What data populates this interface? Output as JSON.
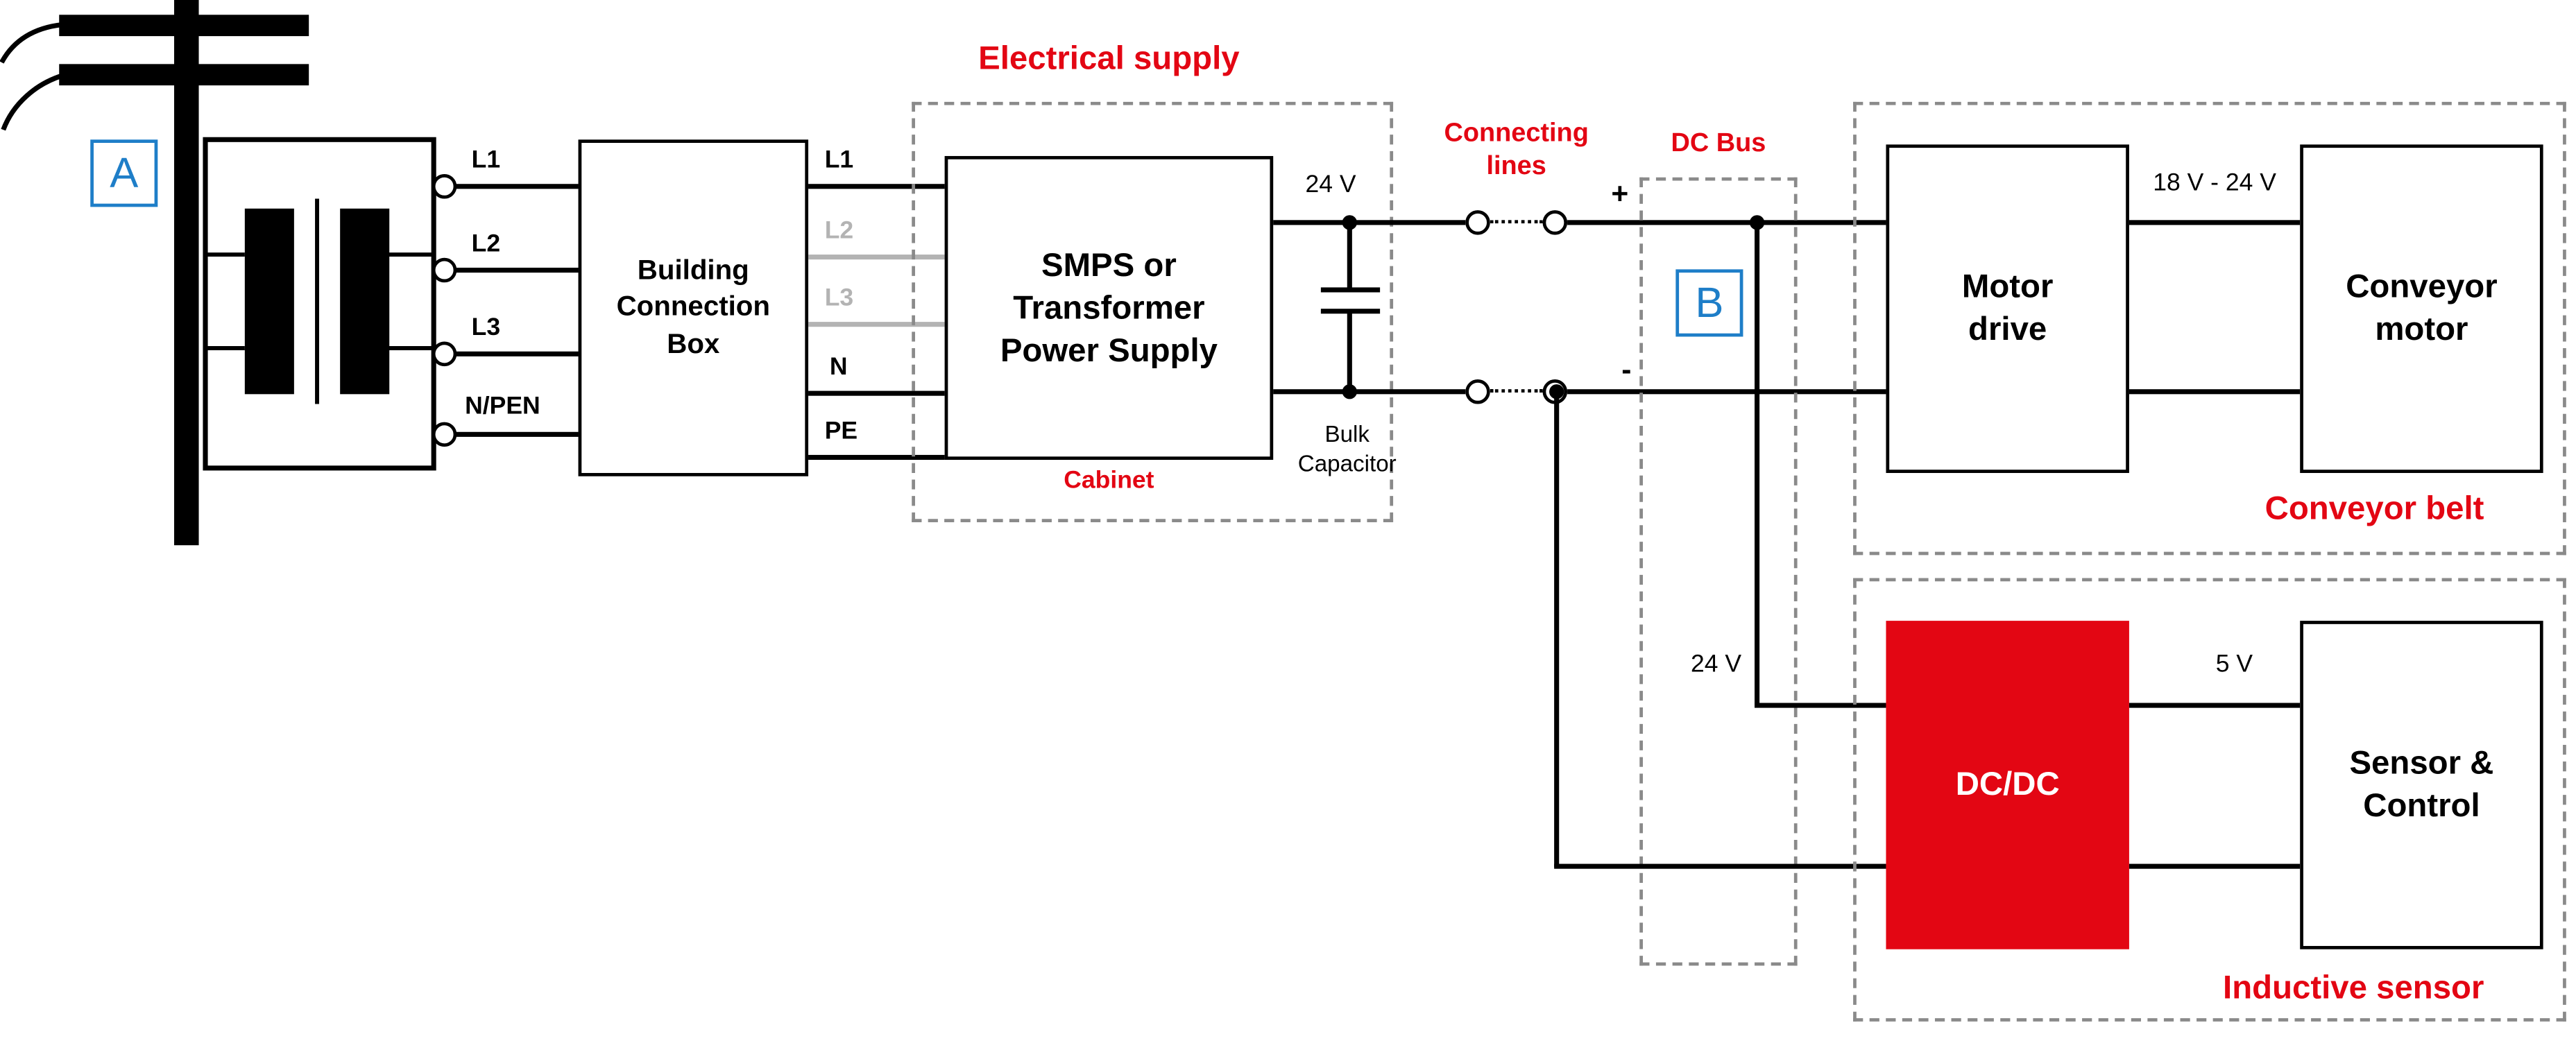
{
  "colors": {
    "red": "#e30613",
    "blue": "#1e7ec8",
    "muted": "#b3b3b3",
    "dash": "#8a8a8a"
  },
  "markers": {
    "a": "A",
    "b": "B"
  },
  "grid": {
    "terminals": [
      "L1",
      "L2",
      "L3",
      "N/PEN"
    ]
  },
  "building_connection_box": {
    "label": "Building\nConnection\nBox"
  },
  "cabinet_inputs": {
    "l1": "L1",
    "l2": "L2",
    "l3": "L3",
    "n": "N",
    "pe": "PE"
  },
  "electrical_supply": {
    "title": "Electrical supply",
    "smps_label": "SMPS or\nTransformer\nPower Supply",
    "cabinet_label": "Cabinet",
    "output_voltage": "24 V",
    "capacitor_label": "Bulk\nCapacitor"
  },
  "connecting_lines": {
    "title": "Connecting\nlines",
    "plus": "+",
    "minus": "-"
  },
  "dc_bus": {
    "title": "DC Bus",
    "tap_voltage": "24 V"
  },
  "conveyor_belt": {
    "title": "Conveyor belt",
    "motor_drive": "Motor\ndrive",
    "conveyor_motor": "Conveyor\nmotor",
    "link_voltage": "18 V - 24 V"
  },
  "inductive_sensor": {
    "title": "Inductive sensor",
    "dcdc": "DC/DC",
    "sensor_control": "Sensor &\nControl",
    "link_voltage": "5 V"
  }
}
